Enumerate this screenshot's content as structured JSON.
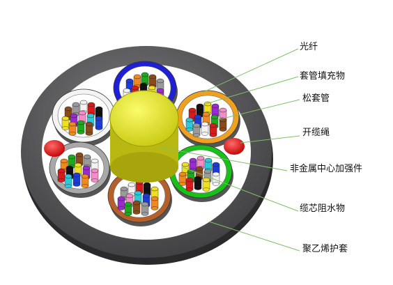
{
  "labels": {
    "fiber": "光纤",
    "tube_filling": "套管填充物",
    "loose_tube": "松套管",
    "ripcord": "开缆绳",
    "central_member": "非金属中心加强件",
    "core_water_blocking": "缆芯阻水物",
    "pe_sheath": "聚乙烯护套"
  },
  "colors": {
    "sheath": "#5a5a5c",
    "central_member": "#ecec2a",
    "ripcord": "#e3161c",
    "leader_line": "#7fbf6a",
    "tube_blue": "#1f1fd6",
    "tube_orange": "#f0a020",
    "tube_green": "#18c018",
    "tube_brown": "#b5602a",
    "tube_grey": "#a8a8a8",
    "tube_white": "#f4f4f4"
  }
}
